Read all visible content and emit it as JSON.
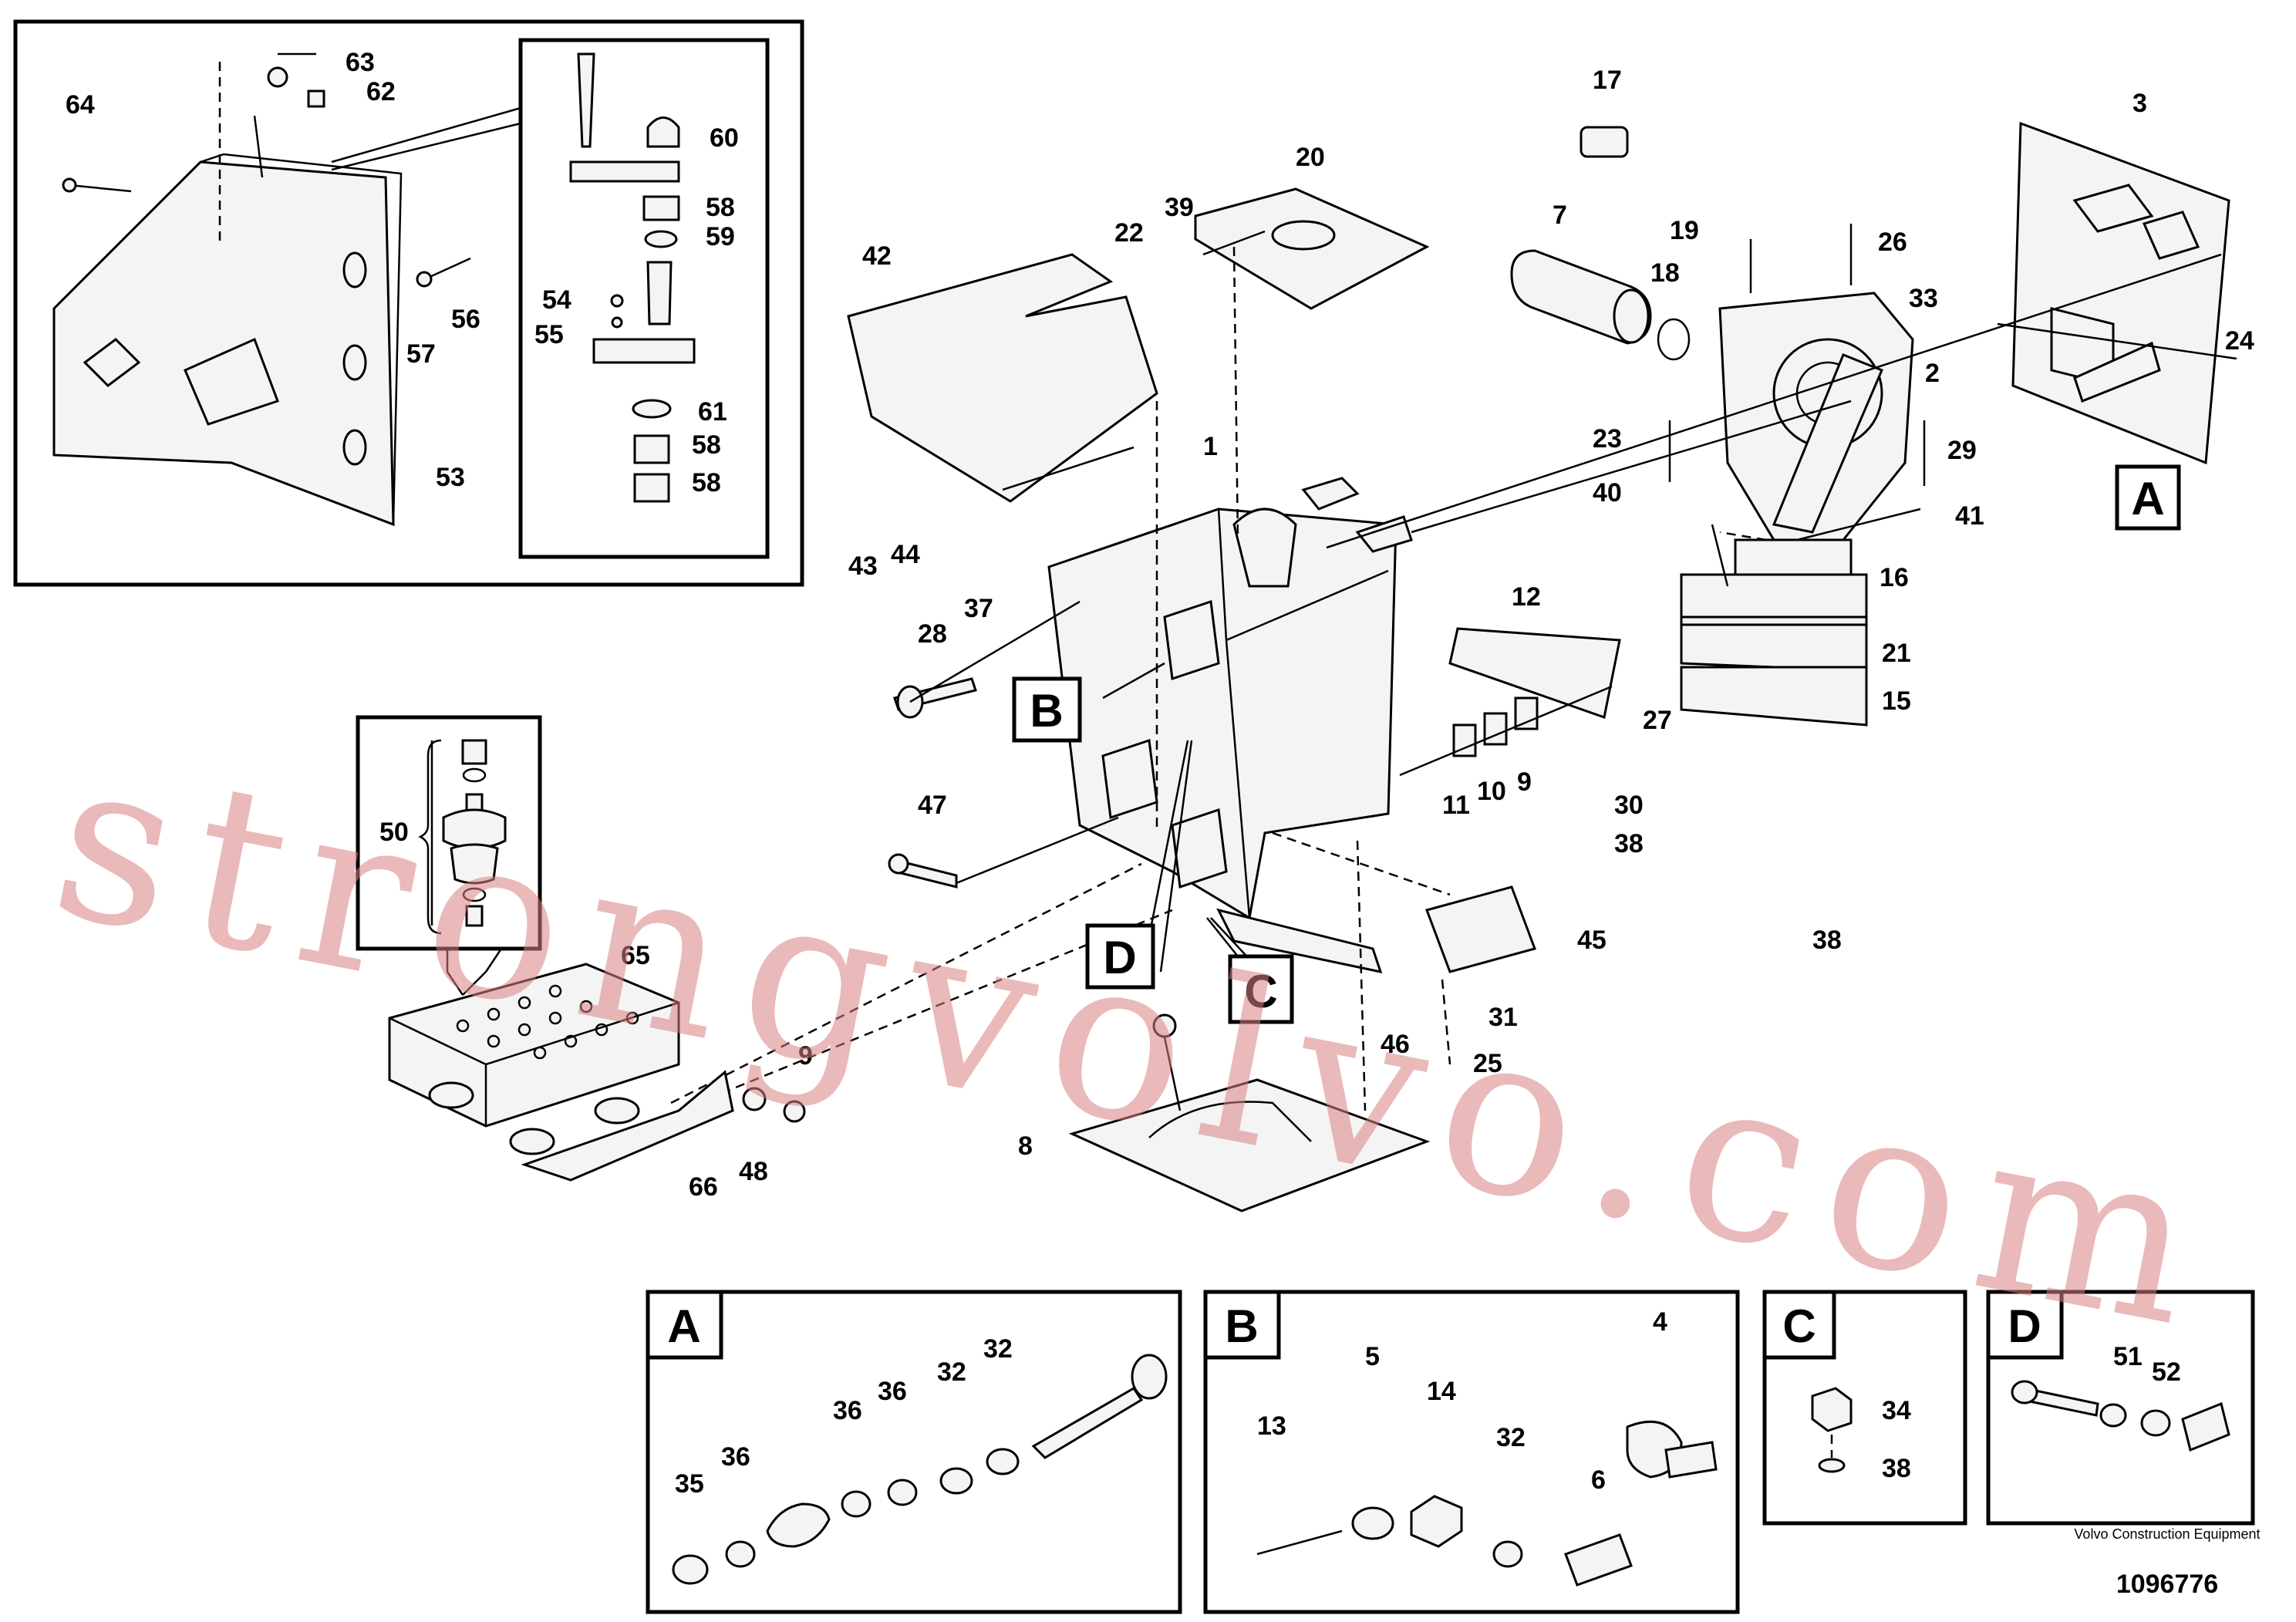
{
  "document": {
    "publisher": "Volvo Construction Equipment",
    "drawing_number": "1096776",
    "watermark": "strongvolvo.com"
  },
  "callouts": [
    "1",
    "2",
    "3",
    "4",
    "5",
    "6",
    "7",
    "8",
    "9",
    "9",
    "10",
    "11",
    "12",
    "13",
    "14",
    "15",
    "16",
    "17",
    "18",
    "19",
    "20",
    "21",
    "22",
    "23",
    "24",
    "25",
    "26",
    "27",
    "28",
    "29",
    "30",
    "31",
    "32",
    "32",
    "32",
    "33",
    "34",
    "35",
    "36",
    "36",
    "36",
    "37",
    "38",
    "38",
    "38",
    "39",
    "40",
    "41",
    "42",
    "43",
    "44",
    "45",
    "46",
    "47",
    "48",
    "50",
    "51",
    "52",
    "53",
    "54",
    "55",
    "56",
    "57",
    "58",
    "58",
    "58",
    "59",
    "60",
    "61",
    "62",
    "63",
    "64",
    "65",
    "66"
  ],
  "view_tags": {
    "main_a": "A",
    "main_b": "B",
    "main_c": "C",
    "main_d": "D",
    "detail_a": "A",
    "detail_b": "B",
    "detail_c": "C",
    "detail_d": "D"
  },
  "colors": {
    "line": "#000000",
    "background": "#ffffff",
    "watermark": "#d97f7f"
  }
}
